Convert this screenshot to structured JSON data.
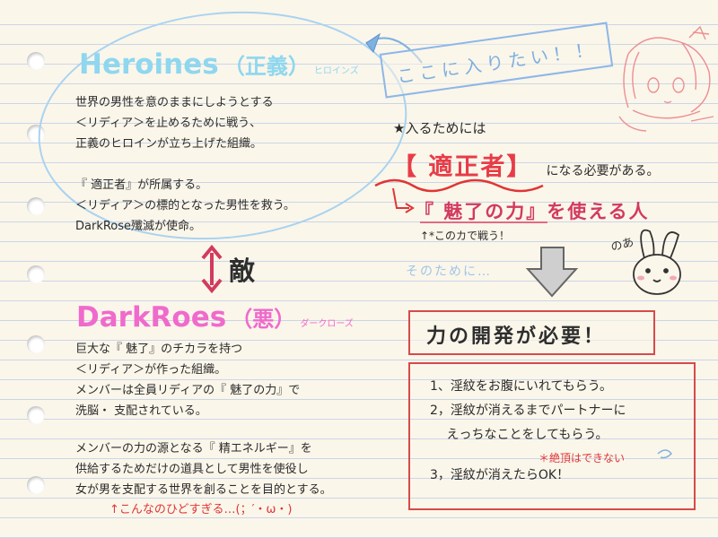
{
  "heroines": {
    "title_en": "Heroines",
    "title_jp": "（正義）",
    "title_kana": "ヒロインズ",
    "lines": [
      "世界の男性を意のままにしようとする",
      "＜リディア＞を止めるために戦う、",
      "正義のヒロインが立ち上げた組織。",
      "",
      "『 適正者』が所属する。",
      "＜リディア＞の標的となった男性を救う。",
      "DarkRose殲滅が使命。"
    ]
  },
  "enemy": {
    "arrow": "↕",
    "label": "敵"
  },
  "darkroes": {
    "title_en": "DarkRoes",
    "title_jp": "（悪）",
    "title_kana": "ダークローズ",
    "lines": [
      "巨大な『 魅了』のチカラを持つ",
      "＜リディア＞が作った組織。",
      "メンバーは全員リディアの『 魅了の力』で",
      "洗脳・ 支配されている。"
    ],
    "lines2": [
      "メンバーの力の源となる『 精エネルギー』を",
      "供給するためだけの道具として男性を使役し",
      "女が男を支配する世界を創ることを目的とする。"
    ],
    "comment": "↑こんなのひどすぎる…(；′・ω・)"
  },
  "right": {
    "koko": "ここに入りたい！！",
    "star_title": "★入るためには",
    "tekisei": "【 適正者】",
    "tekisei_tail": "になる必要がある。",
    "miryo_prefix": "→",
    "miryo": "『 魅了の力』を使える人",
    "miryo_note": "↑*このカで戦う！",
    "sonotameni": "そのために…",
    "noa": "のあ",
    "need": "力の開発が必要！",
    "list": [
      "1、淫紋をお腹にいれてもらう。",
      "2，淫紋が消えるまでパートナーに",
      "　 えっちなことをしてもらう。",
      "3，淫紋が消えたらOK！"
    ],
    "red_note": "＊絶頂はできない"
  },
  "colors": {
    "paper": "#fbf6ea",
    "rule_line": "#c9d6e8",
    "heroines_blue": "#8fd7ef",
    "darkroes_pink": "#f06acc",
    "red": "#e73c48",
    "box_red": "#d64a4a"
  }
}
